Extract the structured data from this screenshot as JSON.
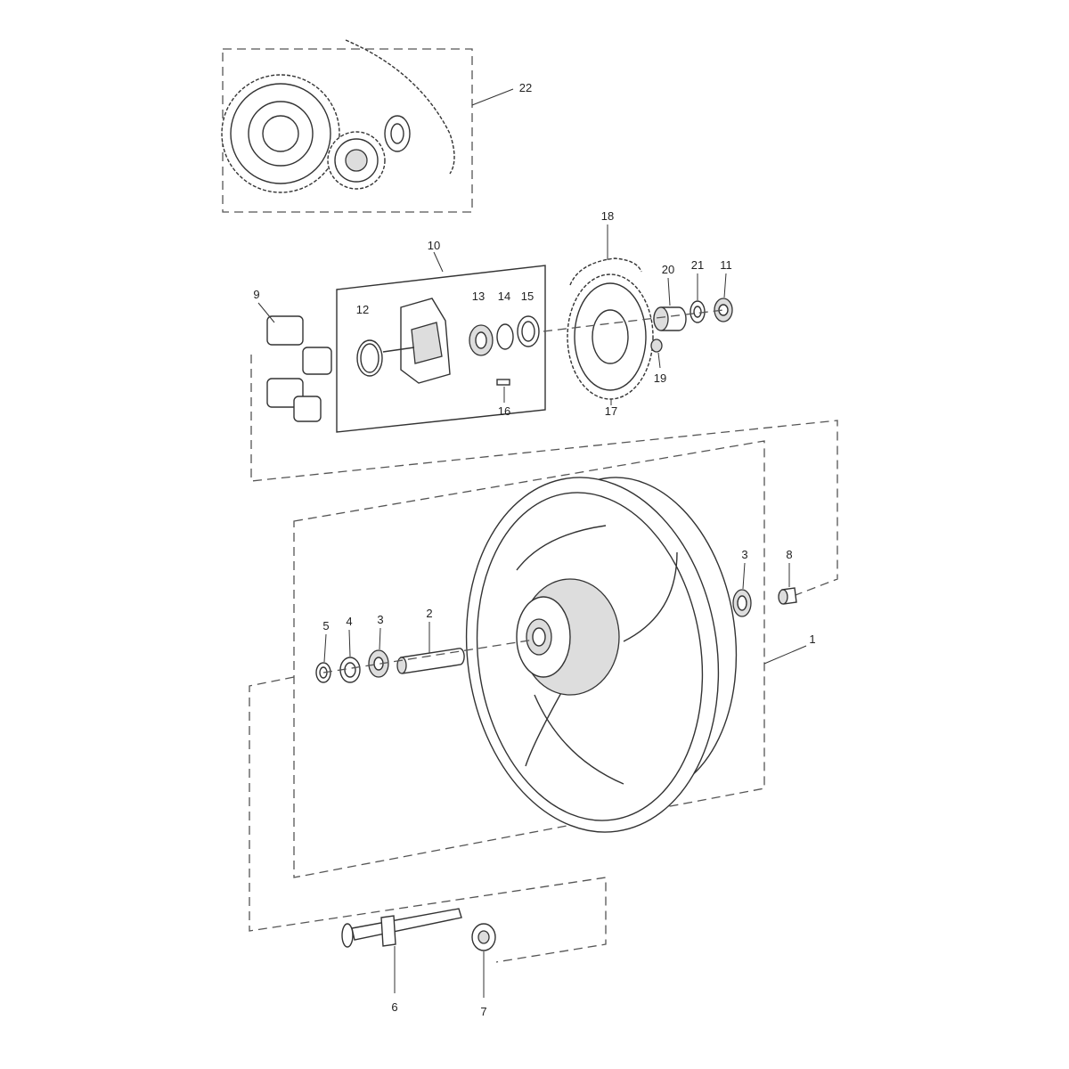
{
  "diagram": {
    "title": "Rear wheel, final drive exploded parts diagram",
    "labels": {
      "chain_kit": "22",
      "cush_drive_assembly": "10",
      "cush_rubbers": "9",
      "circlip": "12",
      "bearing_drive": "13",
      "circlip_14": "14",
      "spacer_15": "15",
      "pin": "16",
      "chain": "18",
      "sprocket": "17",
      "spacer_20": "20",
      "washer_21": "21",
      "nut_11": "11",
      "nut_19": "19",
      "bearing_right": "3",
      "spacer_8": "8",
      "wheel": "1",
      "seal_5": "5",
      "washer_4": "4",
      "bearing_left": "3",
      "axle_spacer": "2",
      "spindle": "6",
      "washer_7": "7"
    }
  }
}
